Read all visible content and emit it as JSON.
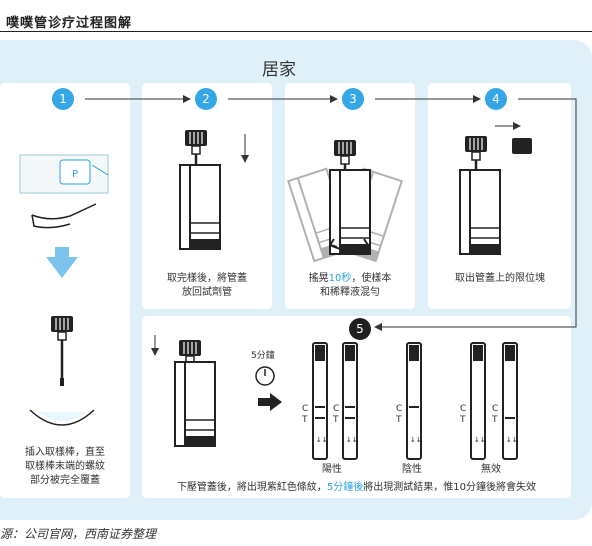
{
  "header": {
    "title": "噗噗管诊疗过程图解"
  },
  "panel": {
    "title": "居家"
  },
  "steps": [
    {
      "number": "1",
      "caption_lines": [
        "插入取樣棒，直至",
        "取樣棒末端的螺紋",
        "部分被完全覆蓋"
      ]
    },
    {
      "number": "2",
      "caption_lines": [
        "取完樣後，將管蓋",
        "放回試劑管"
      ]
    },
    {
      "number": "3",
      "caption_lines_pre": "搖晃",
      "caption_highlight": "10秒",
      "caption_post": "，使樣本",
      "caption_line2": "和稀釋液混勻"
    },
    {
      "number": "4",
      "caption_lines": [
        "取出管蓋上的限位塊"
      ]
    },
    {
      "number": "5",
      "timer_label": "5分鐘",
      "caption_pre": "下壓管蓋後，將出現紫紅色條紋，",
      "caption_highlight": "5分鐘後",
      "caption_post": "將出現測試結果，惟10分鐘後將會失效"
    }
  ],
  "results": [
    {
      "label": "陽性",
      "c": "C",
      "t": "T"
    },
    {
      "label": "陰性",
      "c": "C",
      "t": "T"
    },
    {
      "label": "無效",
      "c": "C",
      "t": "T"
    }
  ],
  "source": "源：公司官网，西南证券整理",
  "colors": {
    "panel_bg": "#dff0f9",
    "accent_blue": "#36a7e6",
    "card_bg": "#ffffff",
    "dark_badge": "#1f1f1f"
  }
}
